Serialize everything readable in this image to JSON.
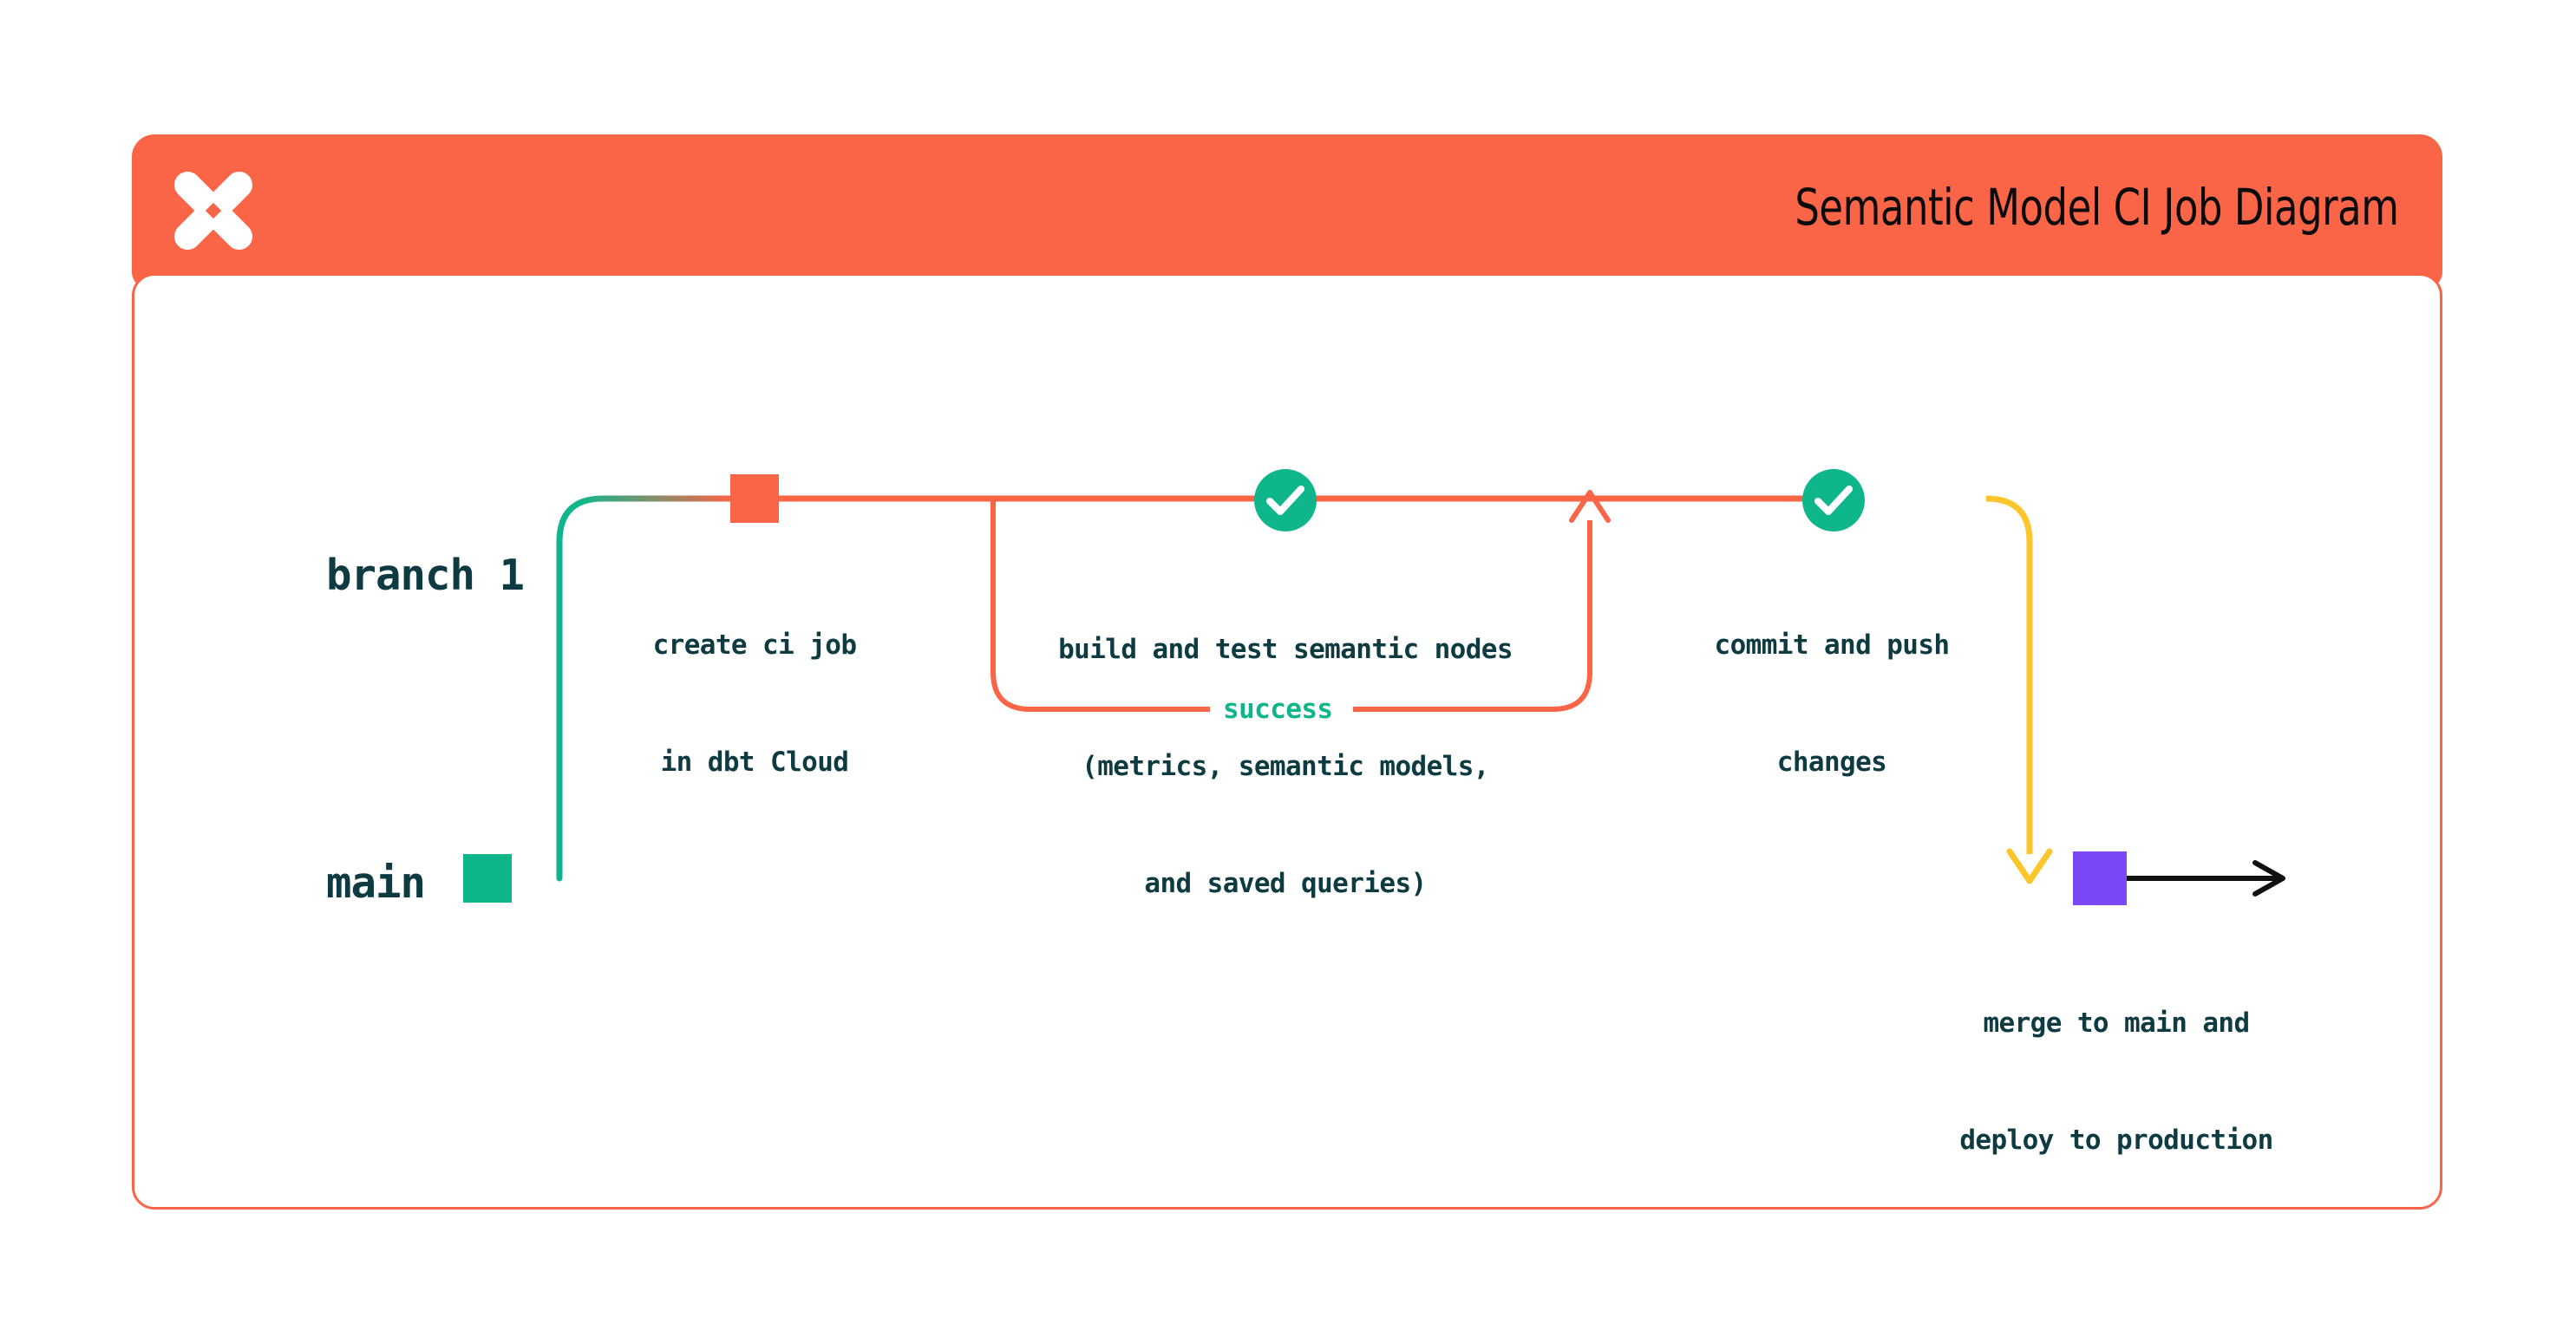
{
  "header": {
    "title": "Semantic Model CI Job Diagram",
    "logo_icon": "dbt-logo-icon",
    "background_color": "#FB6547"
  },
  "colors": {
    "orange": "#FB6547",
    "teal": "#0FB68C",
    "yellow": "#FBC52B",
    "purple": "#7B48F6",
    "black": "#111111",
    "text_navy": "#0E3A42"
  },
  "branches": [
    {
      "name": "branch 1",
      "line_color": "#FB6547",
      "commit_marker_color": "#FB6547"
    },
    {
      "name": "main",
      "line_color": "#0FB68C",
      "commit_marker_color": "#0FB68C"
    }
  ],
  "nodes": [
    {
      "id": "create-ci-job",
      "marker": "square",
      "marker_color": "#FB6547",
      "caption": [
        "create ci job",
        "in dbt Cloud"
      ],
      "branch": "branch 1"
    },
    {
      "id": "build-and-test",
      "marker": "check-circle",
      "marker_color": "#0FB68C",
      "caption": [
        "build and test semantic nodes",
        "(metrics, semantic models,",
        "and saved queries)"
      ],
      "branch": "branch 1",
      "loop_label": "success",
      "loop_label_color": "#0FB68C",
      "loop_border_color": "#FB6547"
    },
    {
      "id": "commit-and-push",
      "marker": "check-circle",
      "marker_color": "#0FB68C",
      "caption": [
        "commit and push",
        "changes"
      ],
      "branch": "branch 1"
    },
    {
      "id": "merge-to-main",
      "marker": "square",
      "marker_color": "#7B48F6",
      "caption": [
        "merge to main and",
        "deploy to production"
      ],
      "branch": "main"
    }
  ],
  "edges": [
    {
      "id": "branch-off",
      "from": "main",
      "to": "branch 1",
      "color": "#0FB68C"
    },
    {
      "id": "retry-loop",
      "label": "success",
      "color": "#FB6547"
    },
    {
      "id": "merge-down",
      "from": "branch 1",
      "to": "main",
      "color": "#FBC52B"
    },
    {
      "id": "main-continues",
      "color": "#111111",
      "arrow": true
    }
  ]
}
